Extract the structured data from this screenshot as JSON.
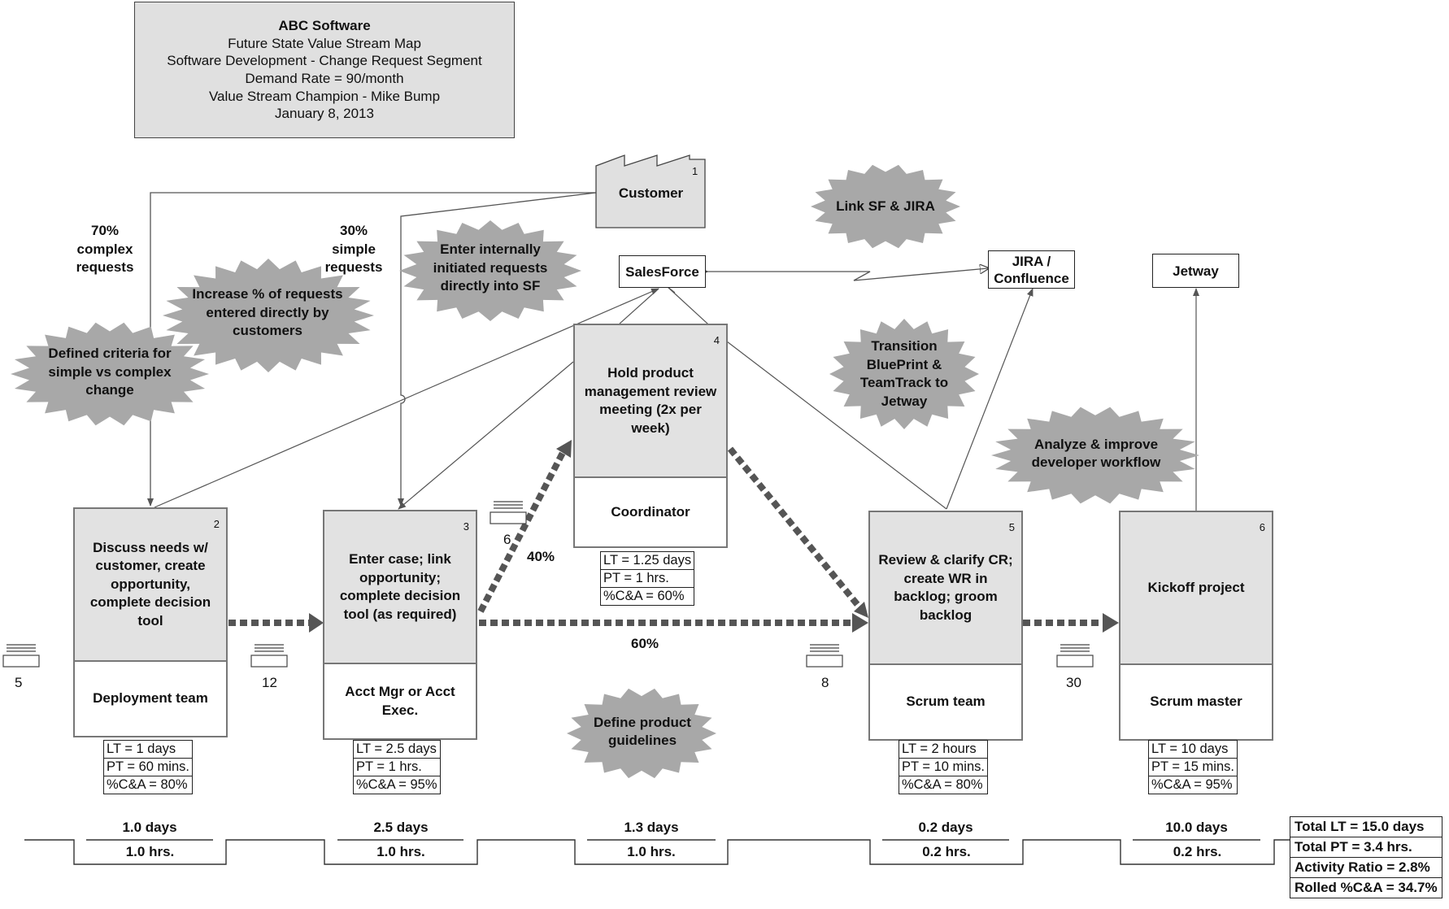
{
  "header": {
    "company": "ABC Software",
    "title": "Future State Value Stream Map",
    "segment": "Software Development - Change Request Segment",
    "demand": "Demand Rate = 90/month",
    "champion": "Value Stream Champion - Mike Bump",
    "date": "January 8, 2013"
  },
  "customer": {
    "label": "Customer",
    "num": "1"
  },
  "systems": {
    "salesforce": "SalesForce",
    "jira": "JIRA / Confluence",
    "jetway": "Jetway"
  },
  "split_labels": {
    "complex": "70% complex requests",
    "simple": "30% simple requests",
    "pct40": "40%",
    "pct60": "60%"
  },
  "kaizens": [
    "Defined criteria for simple vs complex change",
    "Increase % of requests entered directly by customers",
    "Enter internally initiated requests directly into SF",
    "Link SF & JIRA",
    "Transition BluePrint & TeamTrack to Jetway",
    "Analyze & improve developer workflow",
    "Define product guidelines"
  ],
  "processes": [
    {
      "num": "2",
      "name": "Discuss needs w/ customer, create opportunity, complete decision tool",
      "owner": "Deployment team",
      "lt": "LT = 1 days",
      "pt": "PT = 60 mins.",
      "ca": "%C&A = 80%"
    },
    {
      "num": "3",
      "name": "Enter case; link opportunity; complete decision tool (as required)",
      "owner": "Acct Mgr or Acct Exec.",
      "lt": "LT = 2.5 days",
      "pt": "PT = 1 hrs.",
      "ca": "%C&A = 95%"
    },
    {
      "num": "4",
      "name": "Hold product management review meeting (2x per week)",
      "owner": "Coordinator",
      "lt": "LT = 1.25 days",
      "pt": "PT = 1 hrs.",
      "ca": "%C&A = 60%"
    },
    {
      "num": "5",
      "name": "Review & clarify CR; create WR in backlog; groom backlog",
      "owner": "Scrum team",
      "lt": "LT = 2 hours",
      "pt": "PT = 10 mins.",
      "ca": "%C&A = 80%"
    },
    {
      "num": "6",
      "name": "Kickoff project",
      "owner": "Scrum master",
      "lt": "LT = 10 days",
      "pt": "PT = 15 mins.",
      "ca": "%C&A = 95%"
    }
  ],
  "inventory": [
    "5",
    "12",
    "6",
    "8",
    "30"
  ],
  "timeline": [
    {
      "lt": "1.0 days",
      "pt": "1.0 hrs."
    },
    {
      "lt": "2.5 days",
      "pt": "1.0 hrs."
    },
    {
      "lt": "1.3 days",
      "pt": "1.0 hrs."
    },
    {
      "lt": "0.2 days",
      "pt": "0.2 hrs."
    },
    {
      "lt": "10.0 days",
      "pt": "0.2 hrs."
    }
  ],
  "summary": {
    "total_lt": "Total LT = 15.0 days",
    "total_pt": "Total PT = 3.4 hrs.",
    "activity_ratio": "Activity Ratio = 2.8%",
    "rolled_ca": "Rolled %C&A = 34.7%"
  },
  "colors": {
    "box_fill": "#e2e2e2",
    "kaizen_fill": "#a8a8a8",
    "line": "#555555"
  }
}
